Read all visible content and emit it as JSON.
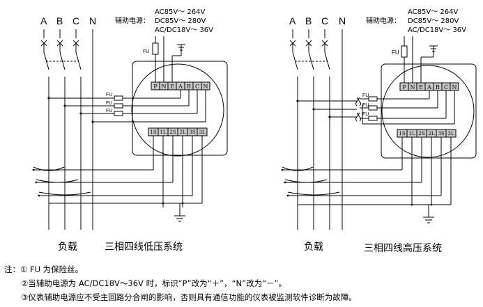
{
  "left_diagram": {
    "phase_labels": [
      "A",
      "B",
      "C",
      "N"
    ],
    "power_supply": {
      "line1": "AC85V～ 264V",
      "line1_prefix": "辅助电源：",
      "line2": "DC85V～ 280V",
      "line3": "AC/DC18V～ 36V"
    },
    "fuse_main": "FU",
    "fuse_labels": [
      "FU",
      "FU",
      "FU"
    ],
    "top_terminals": [
      "P",
      "N",
      "E",
      "A",
      "B",
      "C",
      "N"
    ],
    "bottom_terminals": [
      "1S",
      "1L",
      "2S",
      "2L",
      "3S",
      "3L"
    ],
    "load_label": "负载",
    "system_label": "三相四线低压系统"
  },
  "right_diagram": {
    "phase_labels": [
      "A",
      "B",
      "C",
      "N"
    ],
    "power_supply": {
      "line1": "AC85V～ 264V",
      "line1_prefix": "辅助电源：",
      "line2": "DC85V～ 280V",
      "line3": "AC/DC18V～ 36V"
    },
    "fuse_main": "FU",
    "fuse_labels": [
      "FU",
      "FU",
      "FU"
    ],
    "top_terminals": [
      "P",
      "N",
      "E",
      "A",
      "B",
      "C",
      "N"
    ],
    "bottom_terminals": [
      "1S",
      "1L",
      "2S",
      "2L",
      "3S",
      "3L"
    ],
    "load_label": "负载",
    "system_label": "三相四线高压系统"
  },
  "notes": {
    "prefix": "注：",
    "note1": "① FU 为保险丝。",
    "note2": "②当辅助电源为 AC/DC18V～36V 时，标识“P”改为“＋”，“N”改为“－”。",
    "note3": "③仪表辅助电源应不受主回路分合闸的影响，否则具有通信功能的仪表被监测软件诊断为故障。"
  }
}
